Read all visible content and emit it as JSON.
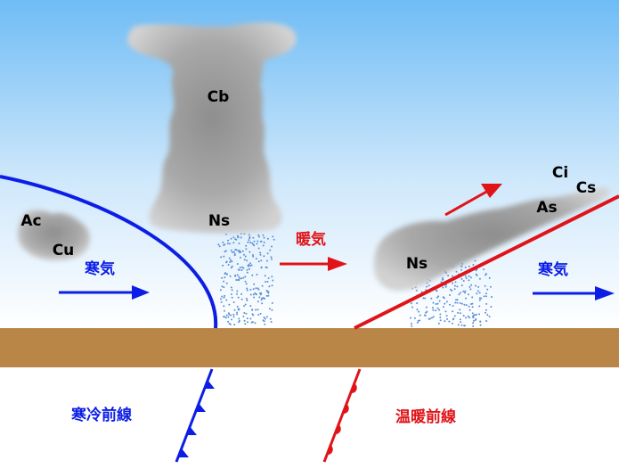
{
  "clouds": {
    "cb_label": "Cb",
    "ns_storm_label": "Ns",
    "ac_label": "Ac",
    "cu_label": "Cu",
    "ns_warm_label": "Ns",
    "ci_label": "Ci",
    "cs_label": "Cs",
    "as_label": "As"
  },
  "air_masses": {
    "cold_left_label": "寒気",
    "warm_label": "暖気",
    "cold_right_label": "寒気"
  },
  "fronts": {
    "cold_front_label": "寒冷前線",
    "warm_front_label": "温暖前線"
  },
  "colors": {
    "sky_top": "#6fbcf5",
    "sky_bottom": "#ffffff",
    "ground": "#b98647",
    "cold": "#0c1ee6",
    "warm": "#e01418",
    "cloud": "#9f9f9f",
    "rain": "#5d8fd6"
  }
}
